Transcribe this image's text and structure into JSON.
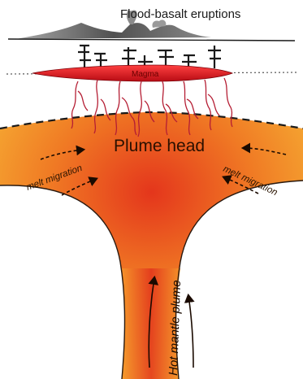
{
  "labels": {
    "title": "Flood-basalt eruptions",
    "magma": "Magma",
    "plume_head": "Plume head",
    "melt_left": "melt  migration",
    "melt_right": "melt migration",
    "plume_stem": "Hot mantle plume"
  },
  "colors": {
    "plume_red": "#e0321a",
    "plume_orange": "#f59a22",
    "plume_yellow": "#f8c23a",
    "magma_red": "#d8141c",
    "dike_red": "#c02030",
    "volcano_gray": "#6e6e6e"
  }
}
